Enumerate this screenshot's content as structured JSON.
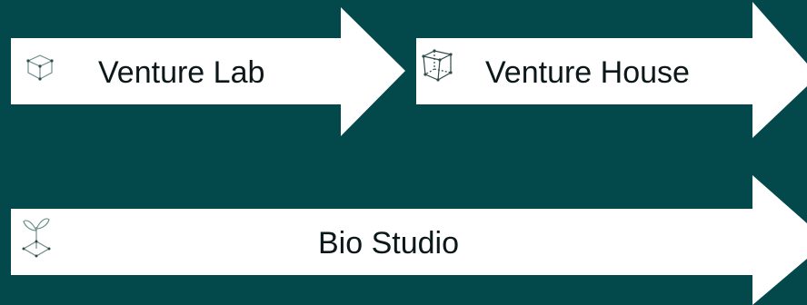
{
  "colors": {
    "background": "#03484b",
    "arrow_fill": "#ffffff",
    "text": "#0b1718",
    "icon_stroke": "#6d8f8b",
    "icon_dark": "#2f4a48"
  },
  "arrows": [
    {
      "label": "Venture Lab",
      "icon": "open-cube-icon"
    },
    {
      "label": "Venture House",
      "icon": "cube-icon"
    },
    {
      "label": "Bio Studio",
      "icon": "sprout-icon"
    }
  ]
}
